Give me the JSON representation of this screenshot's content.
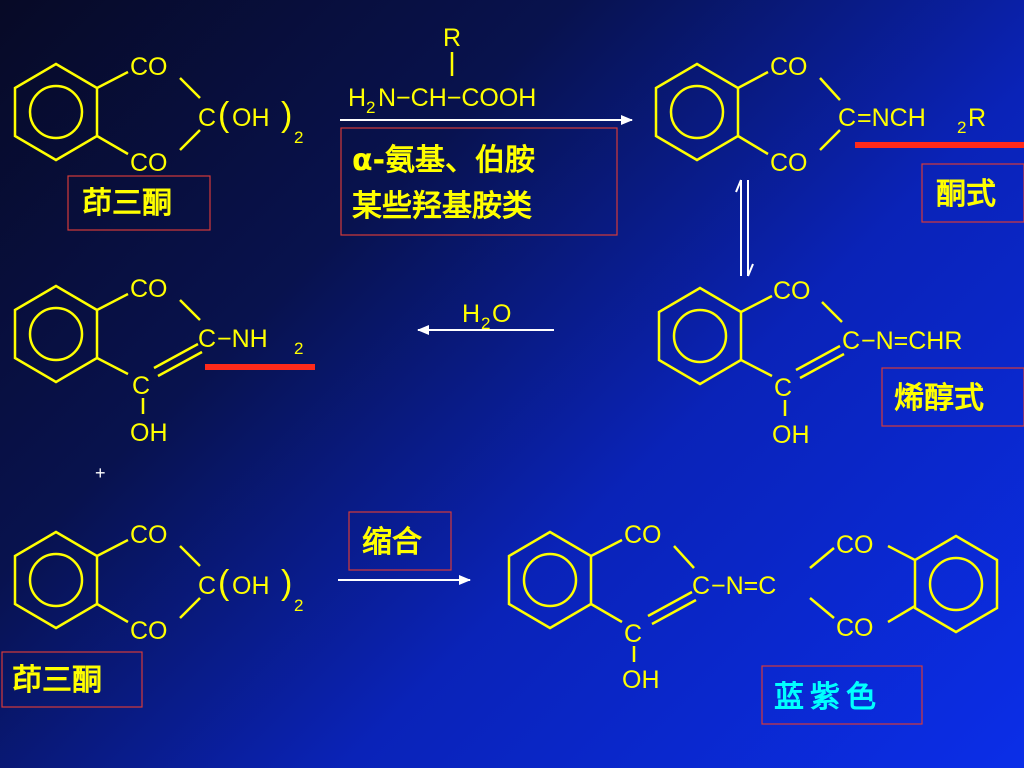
{
  "formulas": {
    "co": "CO",
    "c": "C",
    "oh": "OH",
    "paren_open": "(",
    "paren_close": ")",
    "sub_2": "2",
    "r": "R",
    "h": "H",
    "n_ch": "N−CH−COOH",
    "imine_keto": "=NCH",
    "imine_enol": "−N=CHR",
    "amine": "−NH",
    "water_h": "H",
    "water_o": "O",
    "dimer_link": "−N=C",
    "plus": "+"
  },
  "labels": {
    "ninhydrin_1": "茚三酮",
    "reagent_line1": "α-氨基、伯胺",
    "reagent_line2": "某些羟基胺类",
    "keto_form": "酮式",
    "enol_form": "烯醇式",
    "condensation": "缩合",
    "ninhydrin_2": "茚三酮",
    "product_color": "蓝紫色"
  },
  "colors": {
    "structure": "#ffff00",
    "highlight_bar": "#ff2a1a",
    "product_text": "#00ffff",
    "arrow": "#ffffff"
  }
}
